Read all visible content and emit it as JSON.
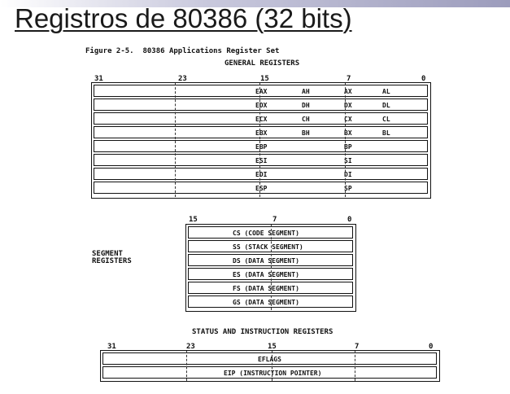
{
  "slide_title": "Registros de 80386 (32 bits)",
  "figure_caption": "Figure 2-5.  80386 Applications Register Set",
  "general": {
    "heading": "GENERAL REGISTERS",
    "bits": {
      "b31": "31",
      "b23": "23",
      "b15": "15",
      "b7": "7",
      "b0": "0"
    },
    "rows": [
      {
        "e": "EAX",
        "hi": "AH",
        "x": "AX",
        "lo": "AL"
      },
      {
        "e": "EDX",
        "hi": "DH",
        "x": "DX",
        "lo": "DL"
      },
      {
        "e": "ECX",
        "hi": "CH",
        "x": "CX",
        "lo": "CL"
      },
      {
        "e": "EBX",
        "hi": "BH",
        "x": "BX",
        "lo": "BL"
      },
      {
        "e": "EBP",
        "hi": "",
        "x": "BP",
        "lo": ""
      },
      {
        "e": "ESI",
        "hi": "",
        "x": "SI",
        "lo": ""
      },
      {
        "e": "EDI",
        "hi": "",
        "x": "DI",
        "lo": ""
      },
      {
        "e": "ESP",
        "hi": "",
        "x": "SP",
        "lo": ""
      }
    ]
  },
  "segment": {
    "side_label_1": "SEGMENT",
    "side_label_2": "REGISTERS",
    "bits": {
      "b15": "15",
      "b7": "7",
      "b0": "0"
    },
    "rows": [
      "CS (CODE SEGMENT)",
      "SS (STACK SEGMENT)",
      "DS (DATA SEGMENT)",
      "ES (DATA SEGMENT)",
      "FS (DATA SEGMENT)",
      "GS (DATA SEGMENT)"
    ]
  },
  "status": {
    "heading": "STATUS AND INSTRUCTION REGISTERS",
    "bits": {
      "b31": "31",
      "b23": "23",
      "b15": "15",
      "b7": "7",
      "b0": "0"
    },
    "rows": [
      "EFLAGS",
      "EIP (INSTRUCTION POINTER)"
    ]
  }
}
